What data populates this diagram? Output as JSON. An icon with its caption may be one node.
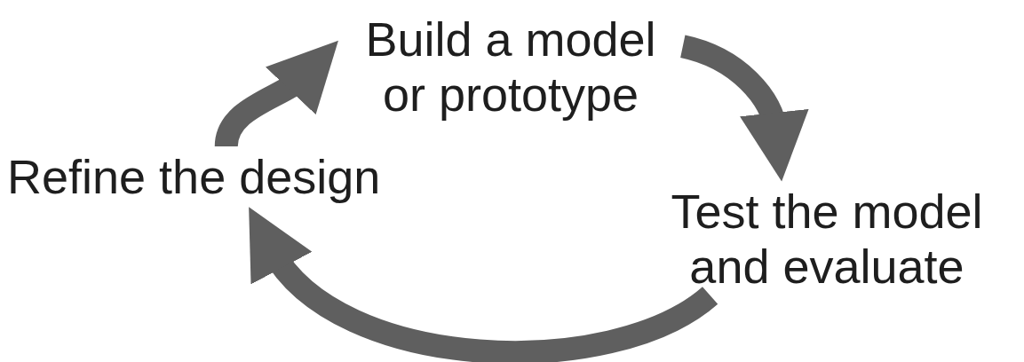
{
  "diagram": {
    "nodes": [
      {
        "text": [
          "Build a model or prototype"
        ]
      },
      {
        "text": [
          "Test the model and evaluate"
        ]
      },
      {
        "text": [
          "Refine the design"
        ]
      }
    ],
    "edges": [
      {
        "from": 0,
        "to": 1,
        "arrow": "to"
      },
      {
        "from": 1,
        "to": 2,
        "arrow": "to"
      },
      {
        "from": 2,
        "to": 0,
        "arrow": "to"
      }
    ]
  }
}
